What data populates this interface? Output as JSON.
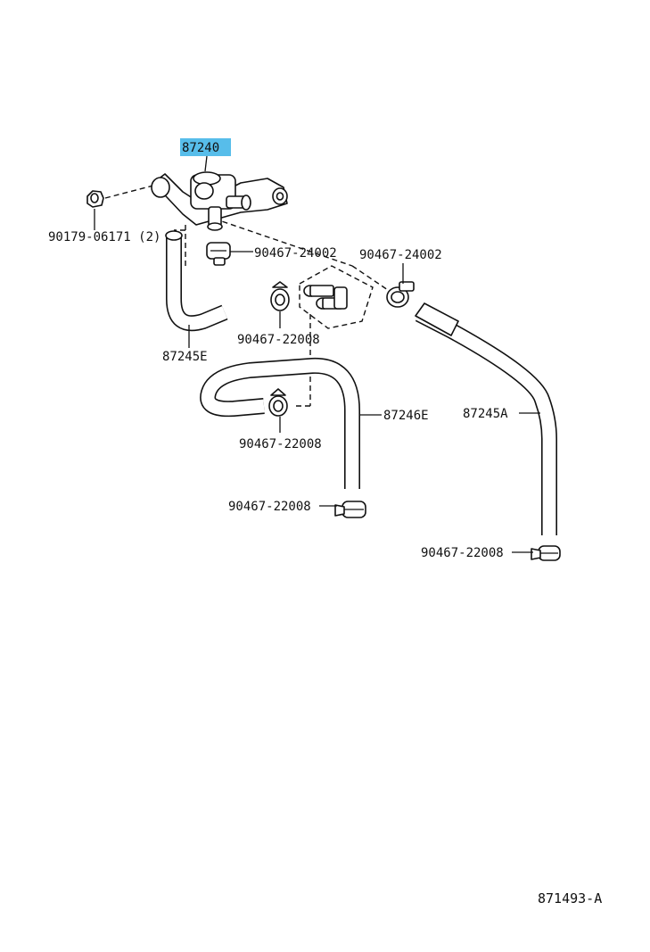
{
  "parts": {
    "p87240": "87240",
    "p90179": "90179-06171 (2)",
    "p90467_24002_a": "90467-24002",
    "p90467_24002_b": "90467-24002",
    "p90467_22008_a": "90467-22008",
    "p87245E": "87245E",
    "p87246E": "87246E",
    "p90467_22008_b": "90467-22008",
    "p87245A": "87245A",
    "p90467_22008_c": "90467-22008",
    "p90467_22008_d": "90467-22008"
  },
  "diagram_id": "871493-A",
  "highlight_color": "#57bdea"
}
